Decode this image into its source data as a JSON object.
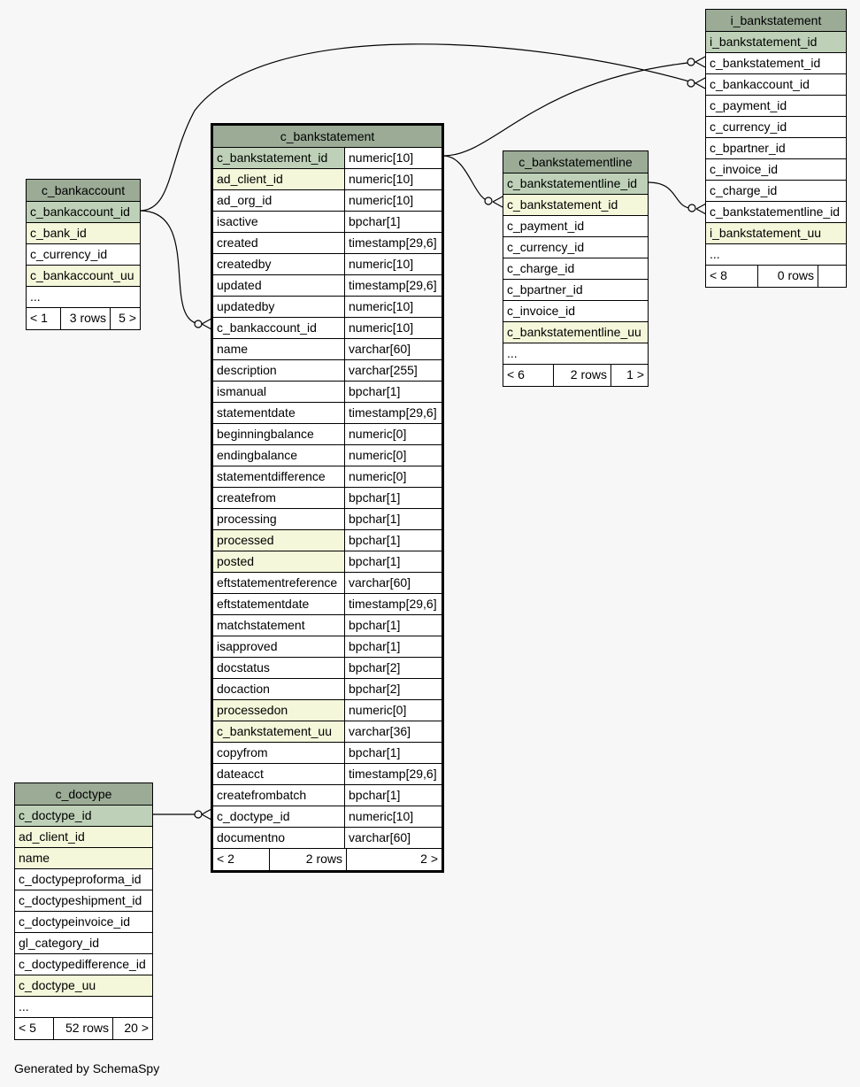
{
  "generated_by": "Generated by SchemaSpy",
  "tables": {
    "i_bankstatement": {
      "title": "i_bankstatement",
      "columns": [
        {
          "name": "i_bankstatement_id",
          "kind": "pk"
        },
        {
          "name": "c_bankstatement_id",
          "kind": "plain"
        },
        {
          "name": "c_bankaccount_id",
          "kind": "plain"
        },
        {
          "name": "c_payment_id",
          "kind": "plain"
        },
        {
          "name": "c_currency_id",
          "kind": "plain"
        },
        {
          "name": "c_bpartner_id",
          "kind": "plain"
        },
        {
          "name": "c_invoice_id",
          "kind": "plain"
        },
        {
          "name": "c_charge_id",
          "kind": "plain"
        },
        {
          "name": "c_bankstatementline_id",
          "kind": "plain"
        },
        {
          "name": "i_bankstatement_uu",
          "kind": "idx"
        },
        {
          "name": "...",
          "kind": "plain"
        }
      ],
      "footer": {
        "parents": "< 8",
        "rows": "0 rows",
        "children": ""
      }
    },
    "c_bankaccount": {
      "title": "c_bankaccount",
      "columns": [
        {
          "name": "c_bankaccount_id",
          "kind": "pk"
        },
        {
          "name": "c_bank_id",
          "kind": "idx"
        },
        {
          "name": "c_currency_id",
          "kind": "plain"
        },
        {
          "name": "c_bankaccount_uu",
          "kind": "idx"
        },
        {
          "name": "...",
          "kind": "plain"
        }
      ],
      "footer": {
        "parents": "< 1",
        "rows": "3 rows",
        "children": "5 >"
      }
    },
    "c_bankstatement": {
      "title": "c_bankstatement",
      "columns": [
        {
          "name": "c_bankstatement_id",
          "type": "numeric[10]",
          "kind": "pk"
        },
        {
          "name": "ad_client_id",
          "type": "numeric[10]",
          "kind": "idx"
        },
        {
          "name": "ad_org_id",
          "type": "numeric[10]",
          "kind": "plain"
        },
        {
          "name": "isactive",
          "type": "bpchar[1]",
          "kind": "plain"
        },
        {
          "name": "created",
          "type": "timestamp[29,6]",
          "kind": "plain"
        },
        {
          "name": "createdby",
          "type": "numeric[10]",
          "kind": "plain"
        },
        {
          "name": "updated",
          "type": "timestamp[29,6]",
          "kind": "plain"
        },
        {
          "name": "updatedby",
          "type": "numeric[10]",
          "kind": "plain"
        },
        {
          "name": "c_bankaccount_id",
          "type": "numeric[10]",
          "kind": "plain"
        },
        {
          "name": "name",
          "type": "varchar[60]",
          "kind": "plain"
        },
        {
          "name": "description",
          "type": "varchar[255]",
          "kind": "plain"
        },
        {
          "name": "ismanual",
          "type": "bpchar[1]",
          "kind": "plain"
        },
        {
          "name": "statementdate",
          "type": "timestamp[29,6]",
          "kind": "plain"
        },
        {
          "name": "beginningbalance",
          "type": "numeric[0]",
          "kind": "plain"
        },
        {
          "name": "endingbalance",
          "type": "numeric[0]",
          "kind": "plain"
        },
        {
          "name": "statementdifference",
          "type": "numeric[0]",
          "kind": "plain"
        },
        {
          "name": "createfrom",
          "type": "bpchar[1]",
          "kind": "plain"
        },
        {
          "name": "processing",
          "type": "bpchar[1]",
          "kind": "plain"
        },
        {
          "name": "processed",
          "type": "bpchar[1]",
          "kind": "idx"
        },
        {
          "name": "posted",
          "type": "bpchar[1]",
          "kind": "idx"
        },
        {
          "name": "eftstatementreference",
          "type": "varchar[60]",
          "kind": "plain"
        },
        {
          "name": "eftstatementdate",
          "type": "timestamp[29,6]",
          "kind": "plain"
        },
        {
          "name": "matchstatement",
          "type": "bpchar[1]",
          "kind": "plain"
        },
        {
          "name": "isapproved",
          "type": "bpchar[1]",
          "kind": "plain"
        },
        {
          "name": "docstatus",
          "type": "bpchar[2]",
          "kind": "plain"
        },
        {
          "name": "docaction",
          "type": "bpchar[2]",
          "kind": "plain"
        },
        {
          "name": "processedon",
          "type": "numeric[0]",
          "kind": "idx"
        },
        {
          "name": "c_bankstatement_uu",
          "type": "varchar[36]",
          "kind": "idx"
        },
        {
          "name": "copyfrom",
          "type": "bpchar[1]",
          "kind": "plain"
        },
        {
          "name": "dateacct",
          "type": "timestamp[29,6]",
          "kind": "plain"
        },
        {
          "name": "createfrombatch",
          "type": "bpchar[1]",
          "kind": "plain"
        },
        {
          "name": "c_doctype_id",
          "type": "numeric[10]",
          "kind": "plain"
        },
        {
          "name": "documentno",
          "type": "varchar[60]",
          "kind": "plain"
        }
      ],
      "footer": {
        "parents": "< 2",
        "rows": "2 rows",
        "children": "2 >"
      }
    },
    "c_bankstatementline": {
      "title": "c_bankstatementline",
      "columns": [
        {
          "name": "c_bankstatementline_id",
          "kind": "pk"
        },
        {
          "name": "c_bankstatement_id",
          "kind": "idx"
        },
        {
          "name": "c_payment_id",
          "kind": "plain"
        },
        {
          "name": "c_currency_id",
          "kind": "plain"
        },
        {
          "name": "c_charge_id",
          "kind": "plain"
        },
        {
          "name": "c_bpartner_id",
          "kind": "plain"
        },
        {
          "name": "c_invoice_id",
          "kind": "plain"
        },
        {
          "name": "c_bankstatementline_uu",
          "kind": "idx"
        },
        {
          "name": "...",
          "kind": "plain"
        }
      ],
      "footer": {
        "parents": "< 6",
        "rows": "2 rows",
        "children": "1 >"
      }
    },
    "c_doctype": {
      "title": "c_doctype",
      "columns": [
        {
          "name": "c_doctype_id",
          "kind": "pk"
        },
        {
          "name": "ad_client_id",
          "kind": "idx"
        },
        {
          "name": "name",
          "kind": "idx"
        },
        {
          "name": "c_doctypeproforma_id",
          "kind": "plain"
        },
        {
          "name": "c_doctypeshipment_id",
          "kind": "plain"
        },
        {
          "name": "c_doctypeinvoice_id",
          "kind": "plain"
        },
        {
          "name": "gl_category_id",
          "kind": "plain"
        },
        {
          "name": "c_doctypedifference_id",
          "kind": "plain"
        },
        {
          "name": "c_doctype_uu",
          "kind": "idx"
        },
        {
          "name": "...",
          "kind": "plain"
        }
      ],
      "footer": {
        "parents": "< 5",
        "rows": "52 rows",
        "children": "20 >"
      }
    }
  },
  "colors": {
    "header": "#9bab96",
    "primary_key": "#bed1b8",
    "indexed": "#f4f7da",
    "background": "#f7f7f7"
  }
}
